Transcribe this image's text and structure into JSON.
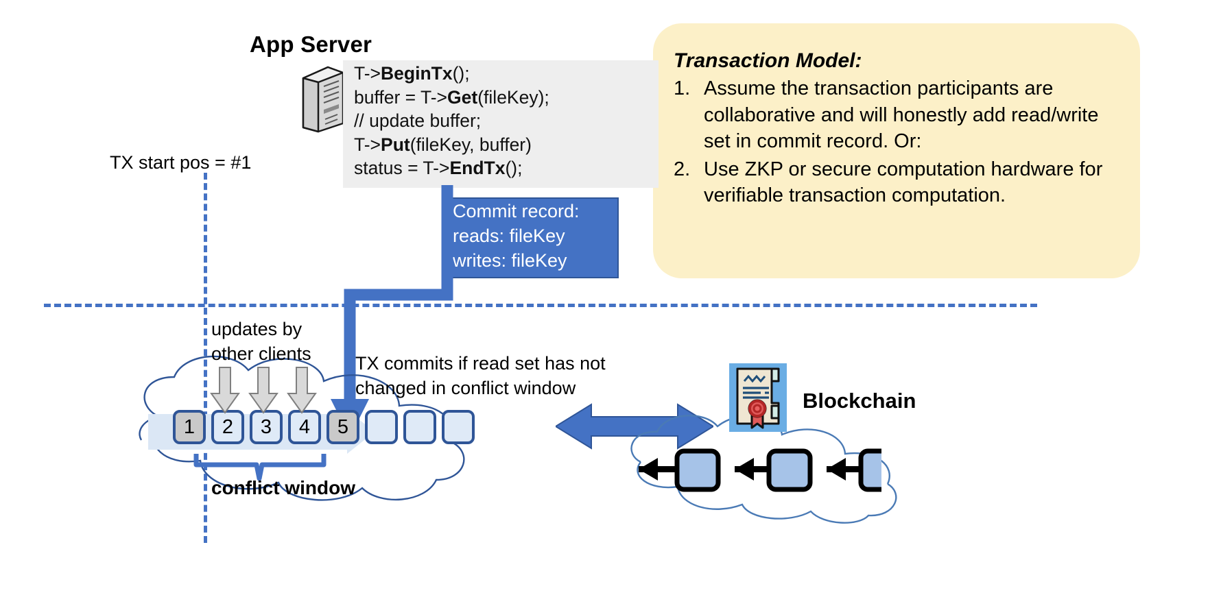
{
  "app_server": {
    "title": "App Server",
    "icon": "server-tower-icon",
    "code_lines": [
      {
        "plain_pre": "T->",
        "bold": "BeginTx",
        "plain_post": "();"
      },
      {
        "plain_pre": "buffer = T->",
        "bold": "Get",
        "plain_post": "(fileKey);"
      },
      {
        "plain_pre": "// update buffer;",
        "bold": "",
        "plain_post": ""
      },
      {
        "plain_pre": "T->",
        "bold": "Put",
        "plain_post": "(fileKey, buffer)"
      },
      {
        "plain_pre": "status = T->",
        "bold": "EndTx",
        "plain_post": "();"
      }
    ]
  },
  "commit_record": {
    "title": "Commit record:",
    "reads": "reads: fileKey",
    "writes": "writes: fileKey",
    "fill_color": "#4472C4"
  },
  "tx_model": {
    "title": "Transaction Model:",
    "items": [
      {
        "num": "1.",
        "text": "Assume the transaction participants are collaborative and will honestly add read/write set in commit record.  Or:"
      },
      {
        "num": "2.",
        "text": "Use ZKP or secure computation hardware for verifiable transaction computation."
      }
    ],
    "fill_color": "#FCF0C8"
  },
  "ledger": {
    "tx_start_label": "TX start pos = #1",
    "updates_label_line1": "updates by",
    "updates_label_line2": "other clients",
    "commits_label_line1": "TX commits if read set has not",
    "commits_label_line2": "changed in conflict window",
    "conflict_window_label": "conflict window",
    "blocks": [
      {
        "label": "1",
        "state": "filled"
      },
      {
        "label": "2",
        "state": "empty"
      },
      {
        "label": "3",
        "state": "empty"
      },
      {
        "label": "4",
        "state": "empty"
      },
      {
        "label": "5",
        "state": "filled"
      },
      {
        "label": "",
        "state": "empty"
      },
      {
        "label": "",
        "state": "empty"
      },
      {
        "label": "",
        "state": "empty"
      }
    ],
    "accent_color": "#4472C4",
    "block_border_color": "#2F5597",
    "block_fill_color": "#DFEAF7",
    "block_filled_color": "#C9C9C9"
  },
  "blockchain": {
    "label": "Blockchain",
    "icon": "certificate-icon",
    "chain_block_count": 3,
    "chain_block_color": "#A6C3E8"
  }
}
